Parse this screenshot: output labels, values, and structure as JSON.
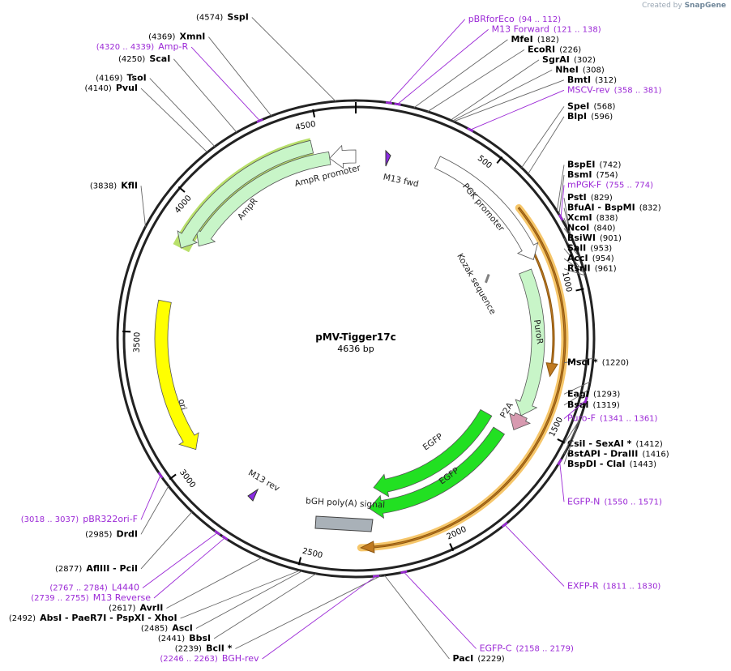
{
  "watermark": {
    "prefix": "Created by",
    "brand": "SnapGene"
  },
  "plasmid": {
    "name": "pMV-Tigger17c",
    "length": 4636,
    "length_label": "4636 bp"
  },
  "ticks": [
    {
      "pos": 500,
      "label": "500"
    },
    {
      "pos": 1000,
      "label": "1000"
    },
    {
      "pos": 1500,
      "label": "1500"
    },
    {
      "pos": 2000,
      "label": "2000"
    },
    {
      "pos": 2500,
      "label": "2500"
    },
    {
      "pos": 3000,
      "label": "3000"
    },
    {
      "pos": 3500,
      "label": "3500"
    },
    {
      "pos": 4000,
      "label": "4000"
    },
    {
      "pos": 4500,
      "label": "4500"
    }
  ],
  "sites": [
    {
      "side": "L",
      "name": "SspI",
      "pos": "(4574)",
      "bp": 4574
    },
    {
      "side": "L",
      "name": "XmnI",
      "pos": "(4369)",
      "bp": 4369
    },
    {
      "side": "L",
      "name": "ScaI",
      "pos": "(4250)",
      "bp": 4250
    },
    {
      "side": "L",
      "name": "TsoI",
      "pos": "(4169)",
      "bp": 4169
    },
    {
      "side": "L",
      "name": "PvuI",
      "pos": "(4140)",
      "bp": 4140
    },
    {
      "side": "L",
      "name": "KflI",
      "pos": "(3838)",
      "bp": 3838
    },
    {
      "side": "L",
      "name": "DrdI",
      "pos": "(2985)",
      "bp": 2985
    },
    {
      "side": "L",
      "name": "AflIII - PciI",
      "pos": "(2877)",
      "bp": 2877
    },
    {
      "side": "L",
      "name": "AvrII",
      "pos": "(2617)",
      "bp": 2617
    },
    {
      "side": "L",
      "name": "AbsI - PaeR7I - PspXI - XhoI",
      "pos": "(2492)",
      "bp": 2492
    },
    {
      "side": "L",
      "name": "AscI",
      "pos": "(2485)",
      "bp": 2485
    },
    {
      "side": "L",
      "name": "BbsI",
      "pos": "(2441)",
      "bp": 2441
    },
    {
      "side": "L",
      "name": "BclI *",
      "pos": "(2239)",
      "bp": 2239
    },
    {
      "side": "R",
      "name": "PacI",
      "pos": "(2229)",
      "bp": 2229
    },
    {
      "side": "R",
      "name": "MfeI",
      "pos": "(182)",
      "bp": 182
    },
    {
      "side": "R",
      "name": "EcoRI",
      "pos": "(226)",
      "bp": 226
    },
    {
      "side": "R",
      "name": "SgrAI",
      "pos": "(302)",
      "bp": 302
    },
    {
      "side": "R",
      "name": "NheI",
      "pos": "(308)",
      "bp": 308
    },
    {
      "side": "R",
      "name": "BmtI",
      "pos": "(312)",
      "bp": 312
    },
    {
      "side": "R",
      "name": "SpeI",
      "pos": "(568)",
      "bp": 568
    },
    {
      "side": "R",
      "name": "BlpI",
      "pos": "(596)",
      "bp": 596
    },
    {
      "side": "R",
      "name": "BspEI",
      "pos": "(742)",
      "bp": 742
    },
    {
      "side": "R",
      "name": "BsmI",
      "pos": "(754)",
      "bp": 754
    },
    {
      "side": "R",
      "name": "PstI",
      "pos": "(829)",
      "bp": 829
    },
    {
      "side": "R",
      "name": "BfuAI - BspMI",
      "pos": "(832)",
      "bp": 832
    },
    {
      "side": "R",
      "name": "XcmI",
      "pos": "(838)",
      "bp": 838
    },
    {
      "side": "R",
      "name": "NcoI",
      "pos": "(840)",
      "bp": 840
    },
    {
      "side": "R",
      "name": "BsiWI",
      "pos": "(901)",
      "bp": 901
    },
    {
      "side": "R",
      "name": "SalI",
      "pos": "(953)",
      "bp": 953
    },
    {
      "side": "R",
      "name": "AccI",
      "pos": "(954)",
      "bp": 954
    },
    {
      "side": "R",
      "name": "RsrII",
      "pos": "(961)",
      "bp": 961
    },
    {
      "side": "R",
      "name": "MscI *",
      "pos": "(1220)",
      "bp": 1220
    },
    {
      "side": "R",
      "name": "EagI",
      "pos": "(1293)",
      "bp": 1293
    },
    {
      "side": "R",
      "name": "BsaI",
      "pos": "(1319)",
      "bp": 1319
    },
    {
      "side": "R",
      "name": "CsiI - SexAI *",
      "pos": "(1412)",
      "bp": 1412
    },
    {
      "side": "R",
      "name": "BstAPI - DraIII",
      "pos": "(1416)",
      "bp": 1416
    },
    {
      "side": "R",
      "name": "BspDI - ClaI",
      "pos": "(1443)",
      "bp": 1443
    }
  ],
  "primers": [
    {
      "side": "R",
      "name": "pBRforEco",
      "range": "(94 .. 112)",
      "bp": 103
    },
    {
      "side": "R",
      "name": "M13 Forward",
      "range": "(121 .. 138)",
      "bp": 130
    },
    {
      "side": "R",
      "name": "MSCV-rev",
      "range": "(358 .. 381)",
      "bp": 370
    },
    {
      "side": "R",
      "name": "mPGK-F",
      "range": "(755 .. 774)",
      "bp": 765
    },
    {
      "side": "R",
      "name": "Puro-F",
      "range": "(1341 .. 1361)",
      "bp": 1351
    },
    {
      "side": "R",
      "name": "EGFP-N",
      "range": "(1550 .. 1571)",
      "bp": 1560
    },
    {
      "side": "R",
      "name": "EXFP-R",
      "range": "(1811 .. 1830)",
      "bp": 1820
    },
    {
      "side": "R",
      "name": "EGFP-C",
      "range": "(2158 .. 2179)",
      "bp": 2168
    },
    {
      "side": "L",
      "name": "BGH-rev",
      "range": "(2246 .. 2263)",
      "bp": 2255
    },
    {
      "side": "L",
      "name": "M13 Reverse",
      "range": "(2739 .. 2755)",
      "bp": 2747
    },
    {
      "side": "L",
      "name": "L4440",
      "range": "(2767 .. 2784)",
      "bp": 2775
    },
    {
      "side": "L",
      "name": "pBR322ori-F",
      "range": "(3018 .. 3037)",
      "bp": 3027
    },
    {
      "side": "L",
      "name": "Amp-R",
      "range": "(4320 .. 4339)",
      "bp": 4330
    }
  ],
  "features": [
    {
      "name": "AmpR promoter",
      "color": "#ffffff",
      "start": 4636,
      "end": 4530,
      "dir": "ccw"
    },
    {
      "name": "AmpR",
      "color": "#c8f5c8",
      "start": 4530,
      "end": 3870,
      "dir": "ccw"
    },
    {
      "name": "AmpR (ORF)",
      "color": "#c8f5c8",
      "start": 4470,
      "end": 3830,
      "dir": "ccw"
    },
    {
      "name": "ori",
      "color": "#ffff00",
      "start": 3620,
      "end": 3030,
      "dir": "ccw"
    },
    {
      "name": "PGK promoter",
      "color": "#ffffff",
      "start": 320,
      "end": 850,
      "dir": "cw"
    },
    {
      "name": "PuroR",
      "color": "#c8f5c8",
      "start": 880,
      "end": 1480,
      "dir": "cw"
    },
    {
      "name": "P2A",
      "color": "#d79ab0",
      "start": 1480,
      "end": 1545,
      "dir": "cw"
    },
    {
      "name": "EGFP",
      "color": "#22e022",
      "start": 1540,
      "end": 2230,
      "dir": "cw"
    },
    {
      "name": "EGFP",
      "color": "#22e022",
      "start": 1580,
      "end": 2260,
      "dir": "cw"
    },
    {
      "name": "bGH poly(A) signal",
      "color": "#a9b1b8",
      "start": 2260,
      "end": 2480,
      "dir": "none"
    },
    {
      "name": "M13 fwd",
      "color": "#8a2be2",
      "bp": 130
    },
    {
      "name": "M13 rev",
      "color": "#8a2be2",
      "bp": 2747
    },
    {
      "name": "Kozak sequence",
      "color": "#808080",
      "bp": 880
    },
    {
      "name": "orange-ORF",
      "color": "#e8a33a",
      "start": 660,
      "end": 2300,
      "dir": "cw"
    }
  ],
  "colors": {
    "backbone": "#222222",
    "primer": "#9b28d6",
    "orf_glow": "#f6c66a",
    "ampr_glow": "#b8e06a"
  }
}
